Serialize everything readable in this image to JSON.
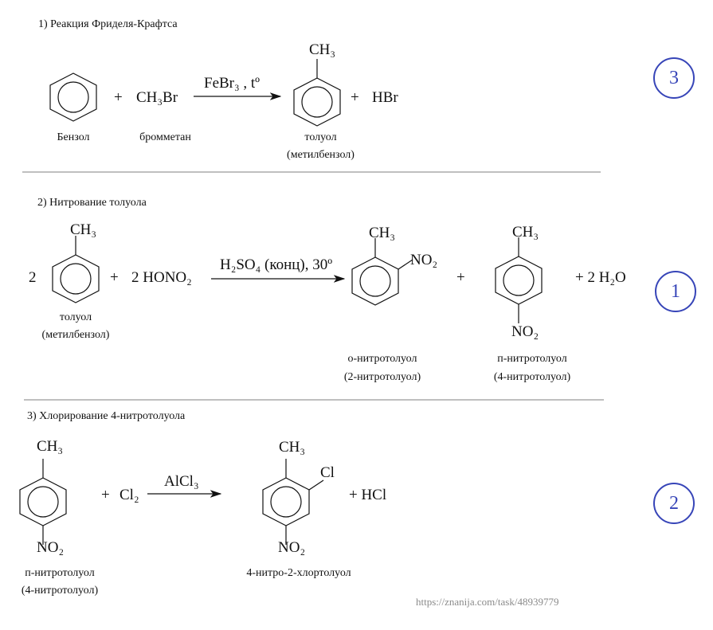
{
  "reaction1": {
    "title": "1)   Реакция Фриделя-Крафтса",
    "plus1": "+",
    "reagent": "CH₃Br",
    "condition": "FeBr₃ ,  tº",
    "ch3": "CH₃",
    "plus2": "+",
    "byproduct": "HBr",
    "label_benzene": "Бензол",
    "label_reagent": "бромметан",
    "label_product": "толуол",
    "label_product_alt": "(метилбензол)",
    "order": "3"
  },
  "reaction2": {
    "title": "2) Нитрование толуола",
    "coef": "2",
    "ch3_reactant": "CH₃",
    "plus1": "+",
    "reagent": "2 HONO₂",
    "condition": "H₂SO₄ (конц), 30º",
    "ch3_ortho": "CH₃",
    "no2_ortho": "NO₂",
    "plus2": "+",
    "ch3_para": "CH₃",
    "no2_para": "NO₂",
    "byproduct": "+  2 H₂O",
    "label_reactant": "толуол",
    "label_reactant_alt": "(метилбензол)",
    "label_ortho": "о-нитротолуол",
    "label_ortho_alt": "(2-нитротолуол)",
    "label_para": "п-нитротолуол",
    "label_para_alt": "(4-нитротолуол)",
    "order": "1"
  },
  "reaction3": {
    "title": "3) Хлорирование 4-нитротолуола",
    "ch3_reactant": "CH₃",
    "no2_reactant": "NO₂",
    "plus1": "+",
    "reagent": "Cl₂",
    "condition": "AlCl₃",
    "ch3_product": "CH₃",
    "cl_product": "Cl",
    "no2_product": "NO₂",
    "byproduct": "+  HCl",
    "label_reactant": "п-нитротолуол",
    "label_reactant_alt": "(4-нитротолуол)",
    "label_product": "4-нитро-2-хлортолуол",
    "order": "2"
  },
  "watermark": "https://znanija.com/task/48939779",
  "colors": {
    "circle": "#3745b8",
    "text": "#111111",
    "watermark": "#8a8a8a"
  }
}
